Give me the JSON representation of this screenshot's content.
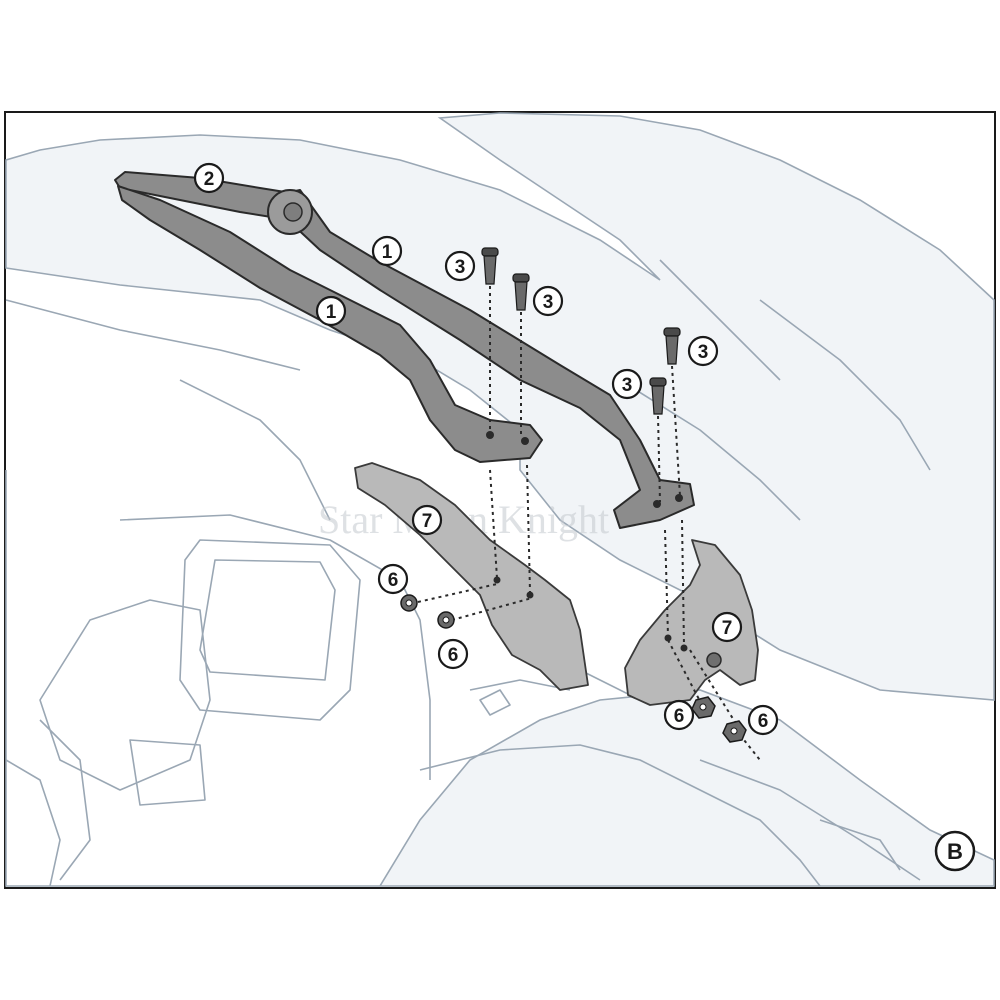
{
  "diagram": {
    "callouts": {
      "c2": "2",
      "c1a": "1",
      "c1b": "1",
      "c3a": "3",
      "c3b": "3",
      "c3c": "3",
      "c3d": "3",
      "c7a": "7",
      "c7b": "7",
      "c6a": "6",
      "c6b": "6",
      "c6c": "6",
      "c6d": "6"
    },
    "view_label": "B",
    "watermark": "Star Moon Knight"
  },
  "colors": {
    "part": "#8c8c8c",
    "background_light": "#e9eef3",
    "outline": "#1a1a1a"
  }
}
